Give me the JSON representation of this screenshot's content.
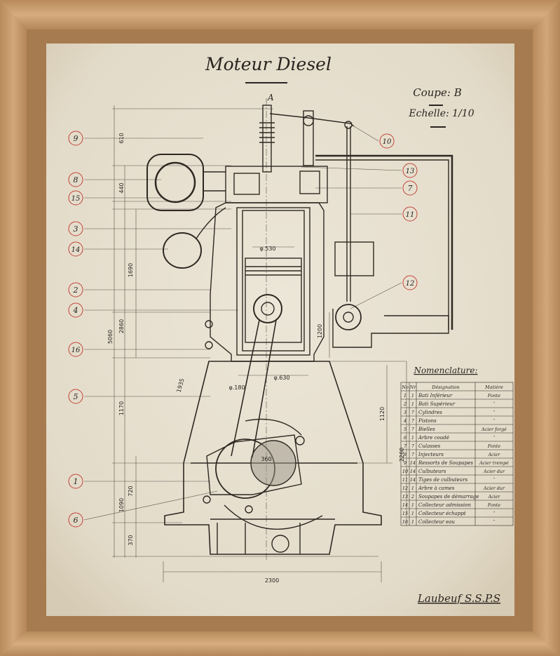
{
  "drawing": {
    "title": "Moteur Diesel",
    "section_label": "Coupe: B",
    "scale_label": "Echelle: 1/10",
    "signature": "Laubeuf S.S.P.S",
    "detail_mark": "A"
  },
  "callouts": [
    "9",
    "8",
    "15",
    "3",
    "14",
    "2",
    "4",
    "16",
    "5",
    "1",
    "6",
    "10",
    "13",
    "7",
    "11",
    "12"
  ],
  "dimensions": {
    "vertical": [
      "610",
      "440",
      "1690",
      "2860",
      "5060",
      "1170",
      "720",
      "1090",
      "370",
      "1935",
      "1200",
      "1120",
      "2260"
    ],
    "horizontal": [
      "2300"
    ],
    "diameters": [
      "φ.530",
      "φ.630",
      "φ.180",
      "360"
    ]
  },
  "nomenclature": {
    "heading": "Nomenclature:",
    "columns": [
      "No",
      "Nr",
      "Désignation",
      "Matière"
    ],
    "rows": [
      [
        "1",
        "1",
        "Bati Inférieur",
        "Fonte"
      ],
      [
        "2",
        "1",
        "Bati Supérieur",
        "″"
      ],
      [
        "3",
        "7",
        "Cylindres",
        "″"
      ],
      [
        "4",
        "7",
        "Pistons",
        "″"
      ],
      [
        "5",
        "7",
        "Bielles",
        "Acier forgé"
      ],
      [
        "6",
        "1",
        "Arbre coudé",
        "″"
      ],
      [
        "7",
        "7",
        "Culasses",
        "Fonte"
      ],
      [
        "8",
        "7",
        "Injecteurs",
        "Acier"
      ],
      [
        "9",
        "14",
        "Ressorts de Soupapes",
        "Acier trempé"
      ],
      [
        "10",
        "14",
        "Culbuteurs",
        "Acier dur"
      ],
      [
        "11",
        "14",
        "Tiges de culbuteurs",
        "″"
      ],
      [
        "12",
        "1",
        "Arbre à cames",
        "Acier dur"
      ],
      [
        "13",
        "2",
        "Soupapes de démarrage",
        "Acier"
      ],
      [
        "14",
        "1",
        "Collecteur admission",
        "Fonte"
      ],
      [
        "15",
        "1",
        "Collecteur échappt",
        "″"
      ],
      [
        "16",
        "1",
        "Collecteur eau",
        "″"
      ]
    ]
  },
  "colors": {
    "paper": "#e6dfcf",
    "ink": "#2a2420",
    "callout_circle": "#c2443a",
    "frame_wood": "#c79a6c"
  }
}
